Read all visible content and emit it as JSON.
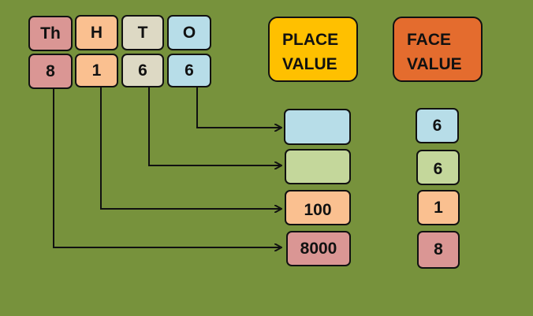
{
  "colors": {
    "background": "#77923c",
    "thousands": "#da9694",
    "hundreds": "#fac090",
    "tens": "#ddd9c4",
    "ones": "#b7dde8",
    "tens_result": "#c4d79b",
    "place_header": "#ffc000",
    "face_header": "#e46c2e"
  },
  "columns": [
    {
      "heading": "Th",
      "digit": "8"
    },
    {
      "heading": "H",
      "digit": "1"
    },
    {
      "heading": "T",
      "digit": "6"
    },
    {
      "heading": "O",
      "digit": "6"
    }
  ],
  "place_value": {
    "title_line1": "PLACE",
    "title_line2": "VALUE",
    "results": [
      "",
      "",
      "100",
      "8000"
    ]
  },
  "face_value": {
    "title_line1": "FACE",
    "title_line2": "VALUE",
    "results": [
      "6",
      "6",
      "1",
      "8"
    ]
  }
}
